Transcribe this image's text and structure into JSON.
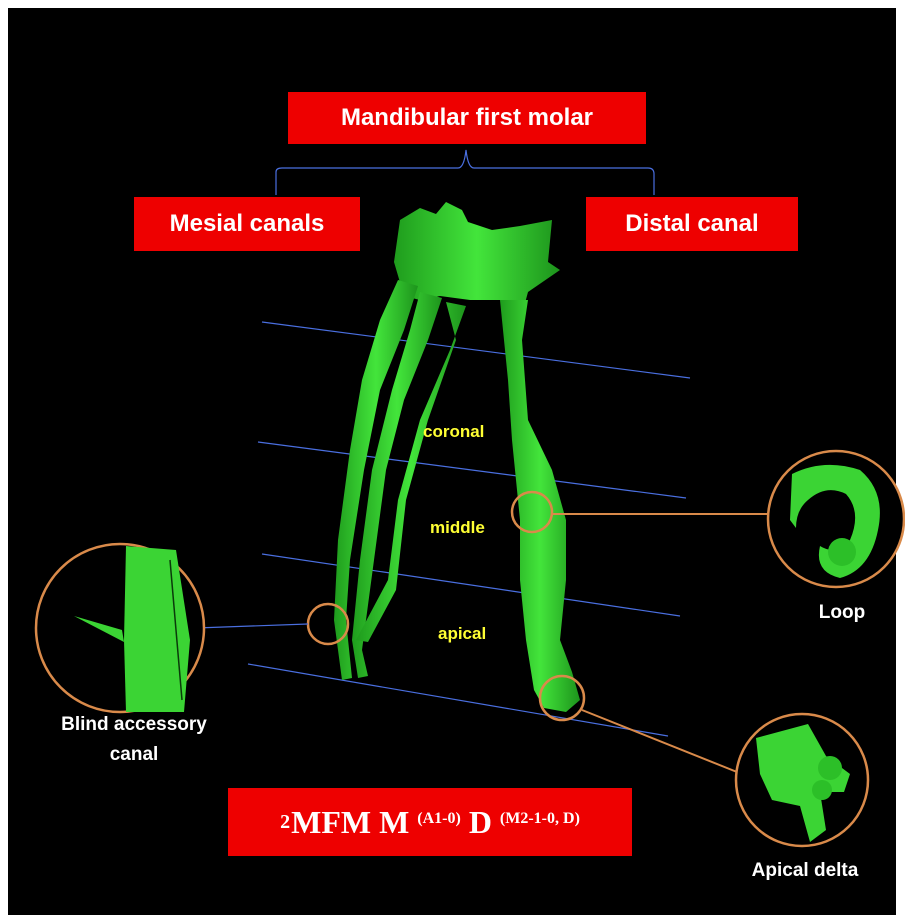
{
  "title": "Mandibular first molar",
  "groups": {
    "mesial": "Mesial canals",
    "distal": "Distal canal"
  },
  "thirds": {
    "coronal": "coronal",
    "middle": "middle",
    "apical": "apical"
  },
  "callouts": {
    "loop": "Loop",
    "blind_accessory_line1": "Blind accessory",
    "blind_accessory_line2": "canal",
    "apical_delta": "Apical delta"
  },
  "formula": {
    "prefix": "2",
    "main": "MFM M",
    "mesial_sup": "(A1-0)",
    "distal_letter": "D",
    "distal_sup": "(M2-1-0, D)"
  },
  "colors": {
    "background": "#000000",
    "label_box": "#ee0000",
    "root_canal": "#2ed62a",
    "zoom_circle": "#d98a4a",
    "division_line": "#4a6fe0",
    "third_label": "#ffff33"
  }
}
